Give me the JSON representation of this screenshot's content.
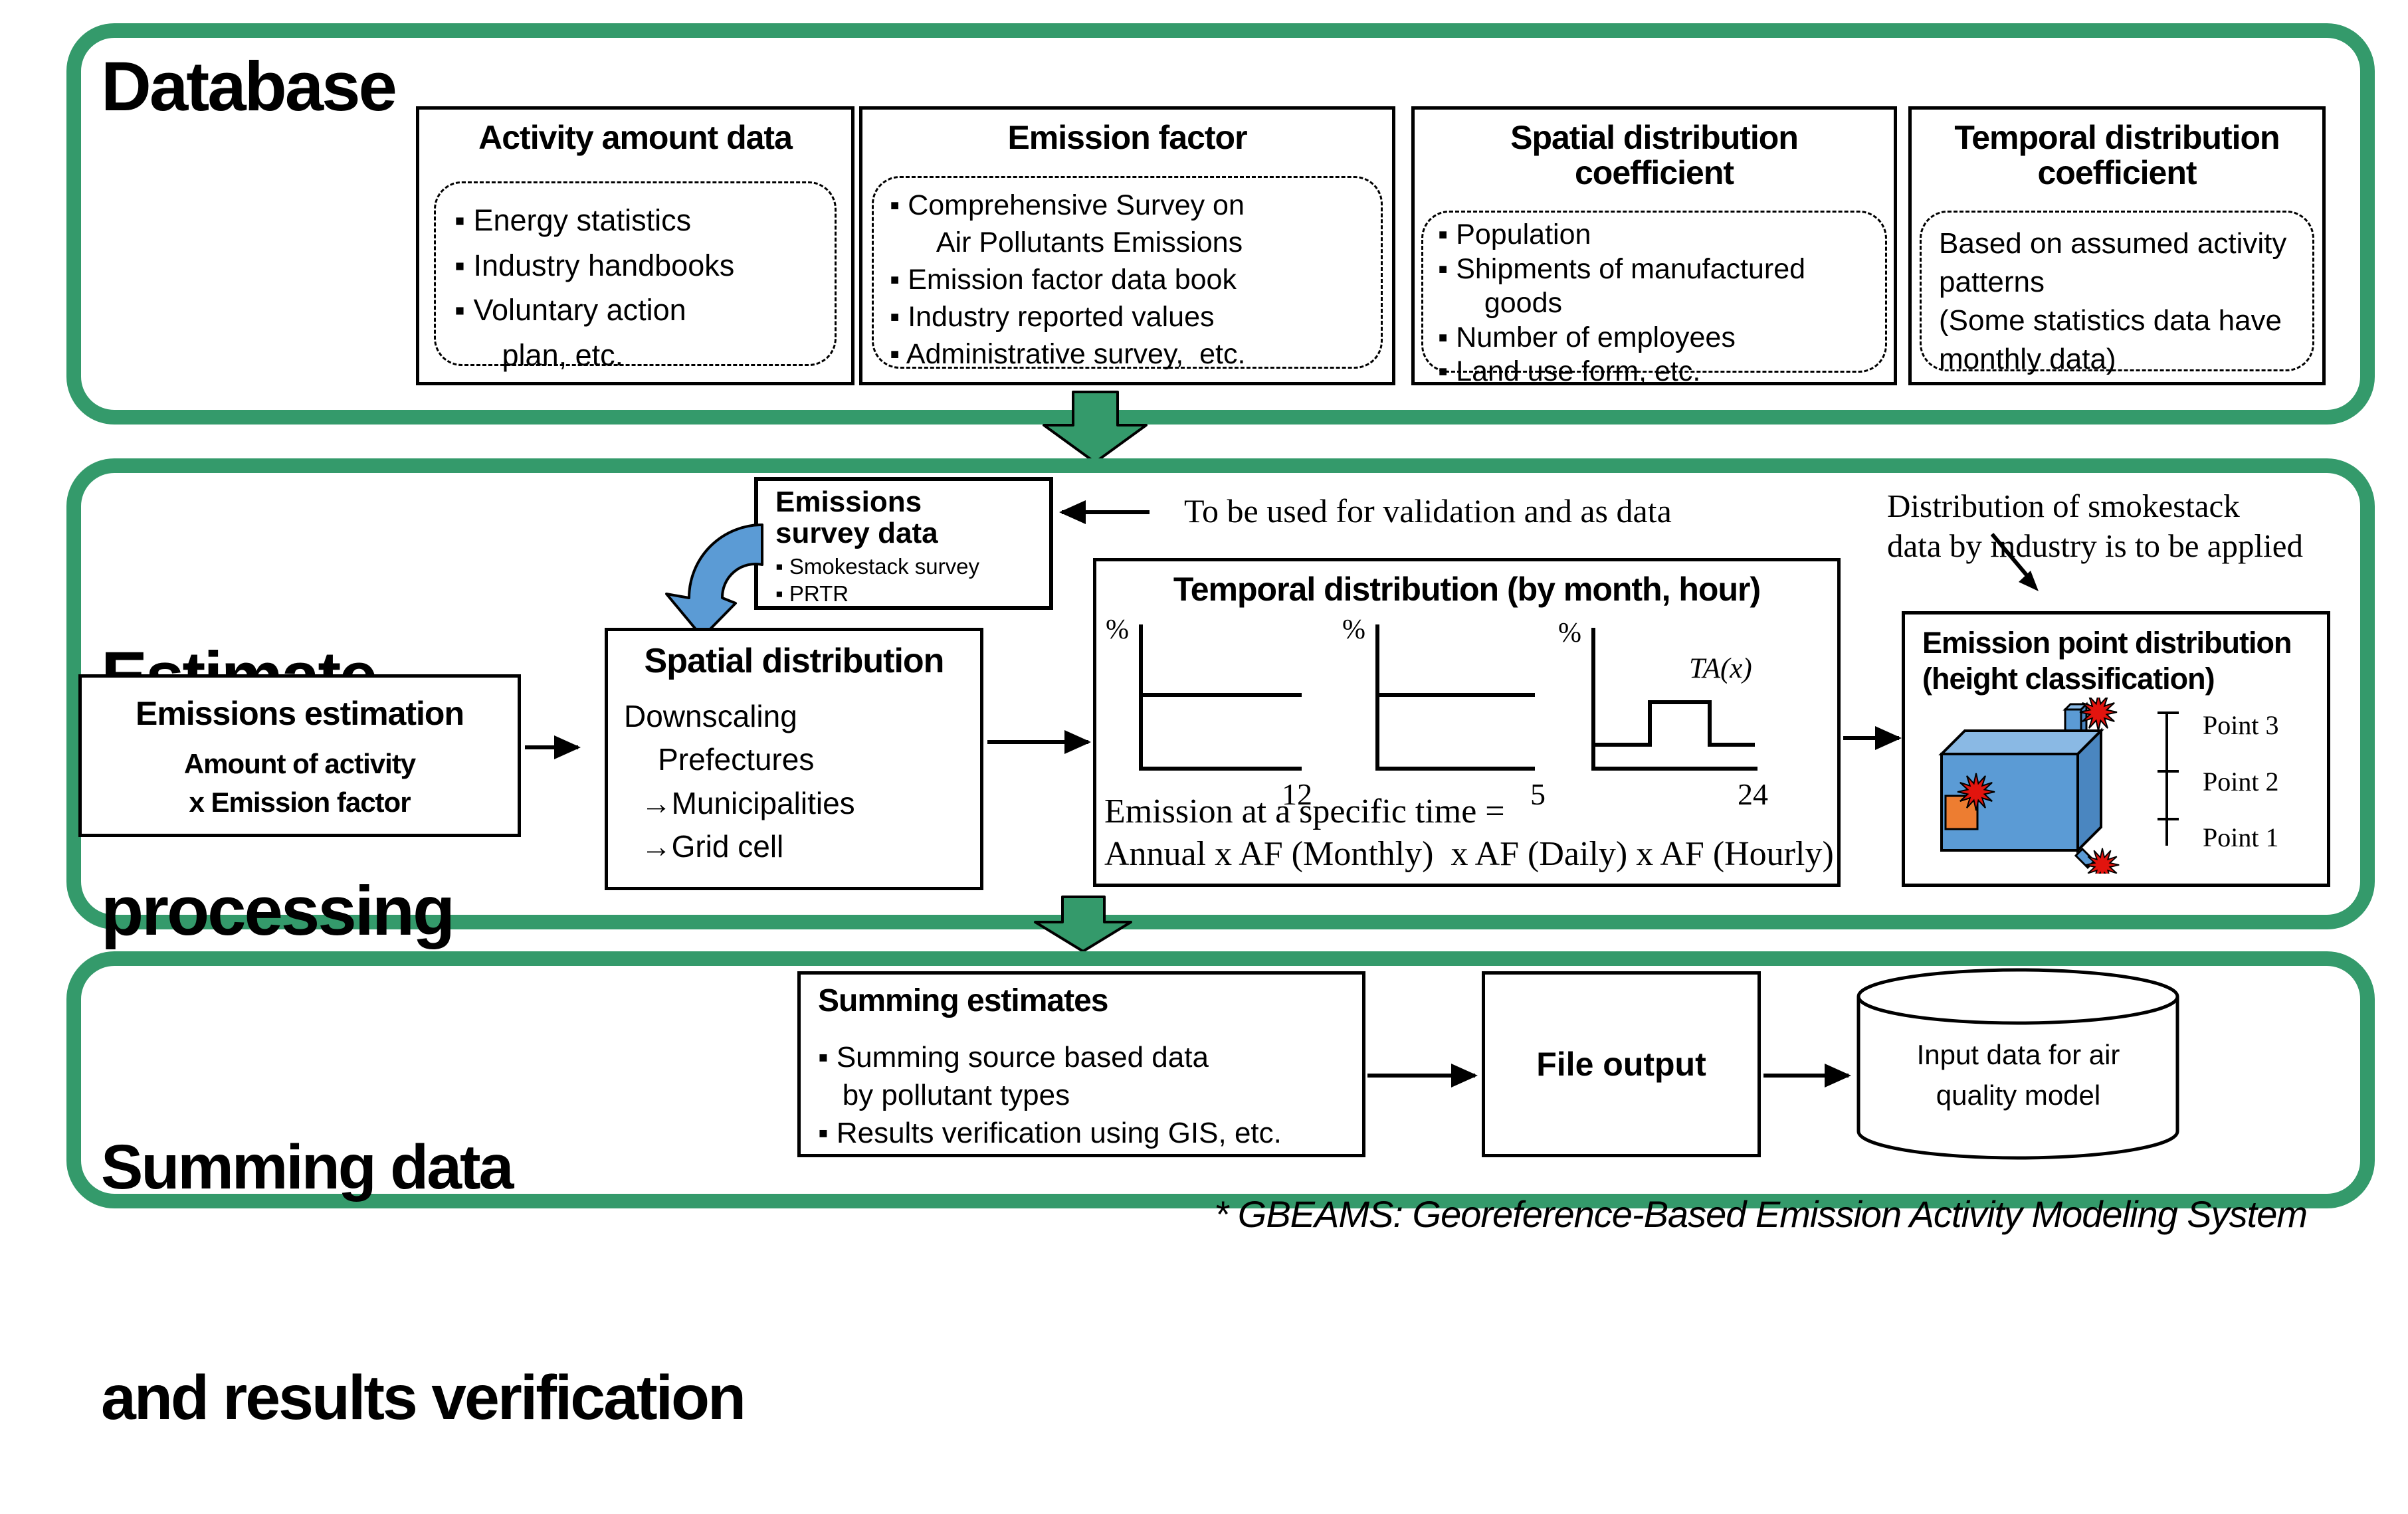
{
  "colors": {
    "green": "#349a6b",
    "blue": "#5b9bd5",
    "blue_top": "#8ab9e4",
    "blue_side": "#4a86c0",
    "orange": "#ed7d31",
    "red": "#e2140e"
  },
  "database": {
    "title": "Database",
    "boxes": [
      {
        "title": "Activity amount data",
        "items": [
          "▪ Energy statistics",
          "▪ Industry handbooks",
          "▪ Voluntary action\n   plan, etc."
        ]
      },
      {
        "title": "Emission factor",
        "items": [
          "▪ Comprehensive Survey on\n   Air Pollutants Emissions",
          "▪ Emission factor data book",
          "▪ Industry reported values",
          "▪ Administrative survey,  etc."
        ]
      },
      {
        "title": "Spatial distribution coefficient",
        "items": [
          "▪ Population",
          "▪ Shipments of manufactured\n   goods",
          "▪ Number of employees",
          "▪ Land use form, etc."
        ]
      },
      {
        "title": "Temporal distribution coefficient",
        "lines": [
          "Based on assumed activity patterns",
          "(Some statistics data have monthly data)"
        ]
      }
    ]
  },
  "estimate": {
    "title_line1": "Estimate",
    "title_line2": "processing",
    "survey_box": {
      "title_line1": "Emissions",
      "title_line2": "survey data",
      "items": [
        "▪ Smokestack survey",
        "▪ PRTR"
      ]
    },
    "validation_note": "To be used for validation and as data",
    "estimation_box": {
      "title": "Emissions estimation",
      "line1": "Amount of activity",
      "line2": "x Emission factor"
    },
    "spatial_box": {
      "title": "Spatial distribution",
      "lines": [
        "Downscaling",
        "    Prefectures",
        "  →Municipalities",
        "  →Grid cell"
      ]
    },
    "temporal_box": {
      "title": "Temporal distribution (by month, hour)",
      "charts": [
        {
          "y_label": "%",
          "x_end_label": "12"
        },
        {
          "y_label": "%",
          "x_end_label": "5"
        },
        {
          "y_label": "%",
          "x_end_label": "24",
          "annotation": "TA(x)"
        }
      ],
      "equation_line1": "Emission at a specific time =",
      "equation_line2": "Annual x AF (Monthly)  x AF (Daily) x AF (Hourly)"
    },
    "smokestack_note_line1": "Distribution of smokestack",
    "smokestack_note_line2": "data by industry is to be applied",
    "point_box": {
      "title_line1": "Emission point distribution",
      "title_line2": "(height classification)",
      "points": [
        "Point 3",
        "Point 2",
        "Point 1"
      ]
    }
  },
  "summing": {
    "title_line1": "Summing data",
    "title_line2": "and results verification",
    "estimates_box": {
      "title": "Summing estimates",
      "items": [
        "▪ Summing source based data",
        "   by pollutant types",
        "▪ Results verification using GIS, etc."
      ]
    },
    "file_output": "File output",
    "cylinder_line1": "Input data for air",
    "cylinder_line2": "quality model"
  },
  "footnote": "* GBEAMS: Georeference-Based Emission Activity Modeling System"
}
